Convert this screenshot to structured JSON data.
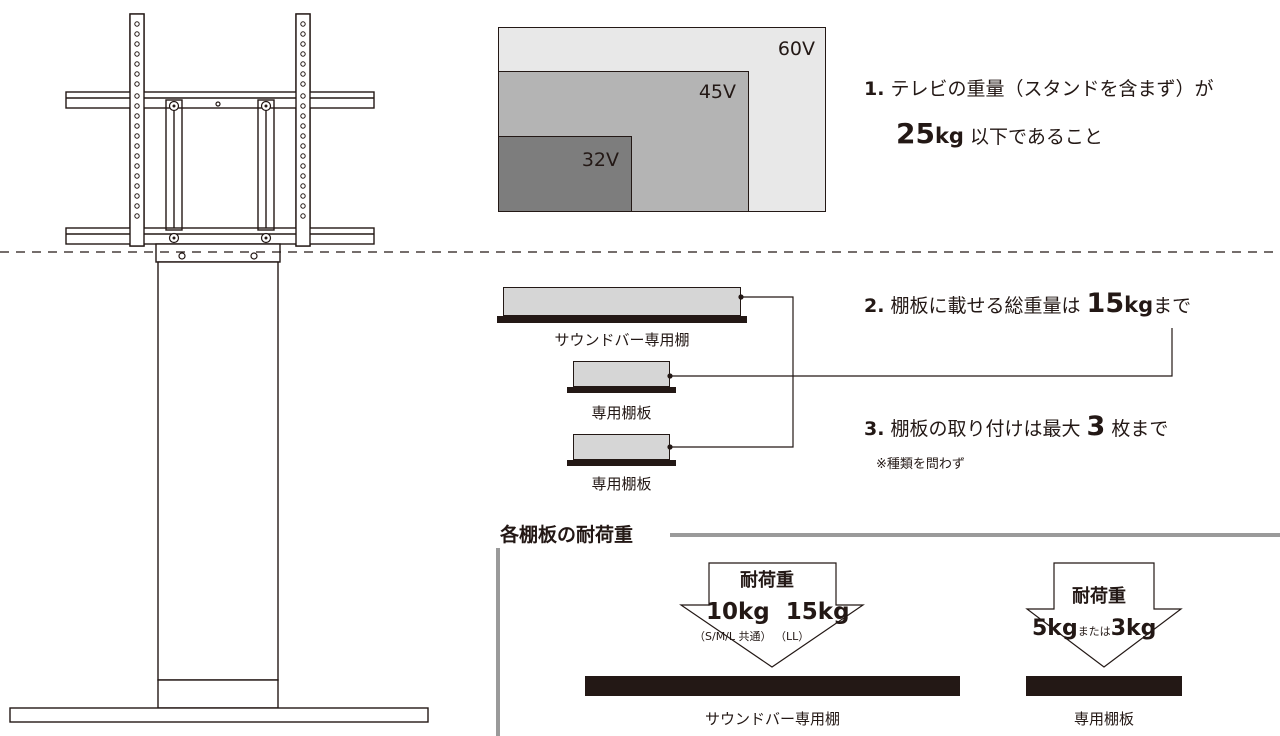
{
  "tv_sizes": [
    "60V",
    "45V",
    "32V"
  ],
  "cond1": {
    "num": "1.",
    "line1": "テレビの重量（スタンドを含まず）が",
    "value": "25",
    "unit": "kg",
    "rest": " 以下であること"
  },
  "cond2": {
    "num": "2.",
    "text": "棚板に載せる総重量は ",
    "value": "15",
    "unit": "kg",
    "rest": "まで"
  },
  "cond3": {
    "num": "3.",
    "text": "棚板の取り付けは最大 ",
    "value": "3",
    "rest": " 枚まで",
    "note": "※種類を問わず"
  },
  "shelves": {
    "soundbar_label": "サウンドバー専用棚",
    "shelf_label": "専用棚板"
  },
  "load": {
    "title": "各棚板の耐荷重",
    "arrow_label": "耐荷重",
    "soundbar_value1": "10kg",
    "soundbar_value2": "15kg",
    "soundbar_sub1": "（S/M/L 共通）",
    "soundbar_sub2": "（LL）",
    "shelf_value1": "5kg",
    "shelf_or": "または",
    "shelf_value2": "3kg",
    "soundbar_bar_label": "サウンドバー専用棚",
    "shelf_bar_label": "専用棚板"
  }
}
